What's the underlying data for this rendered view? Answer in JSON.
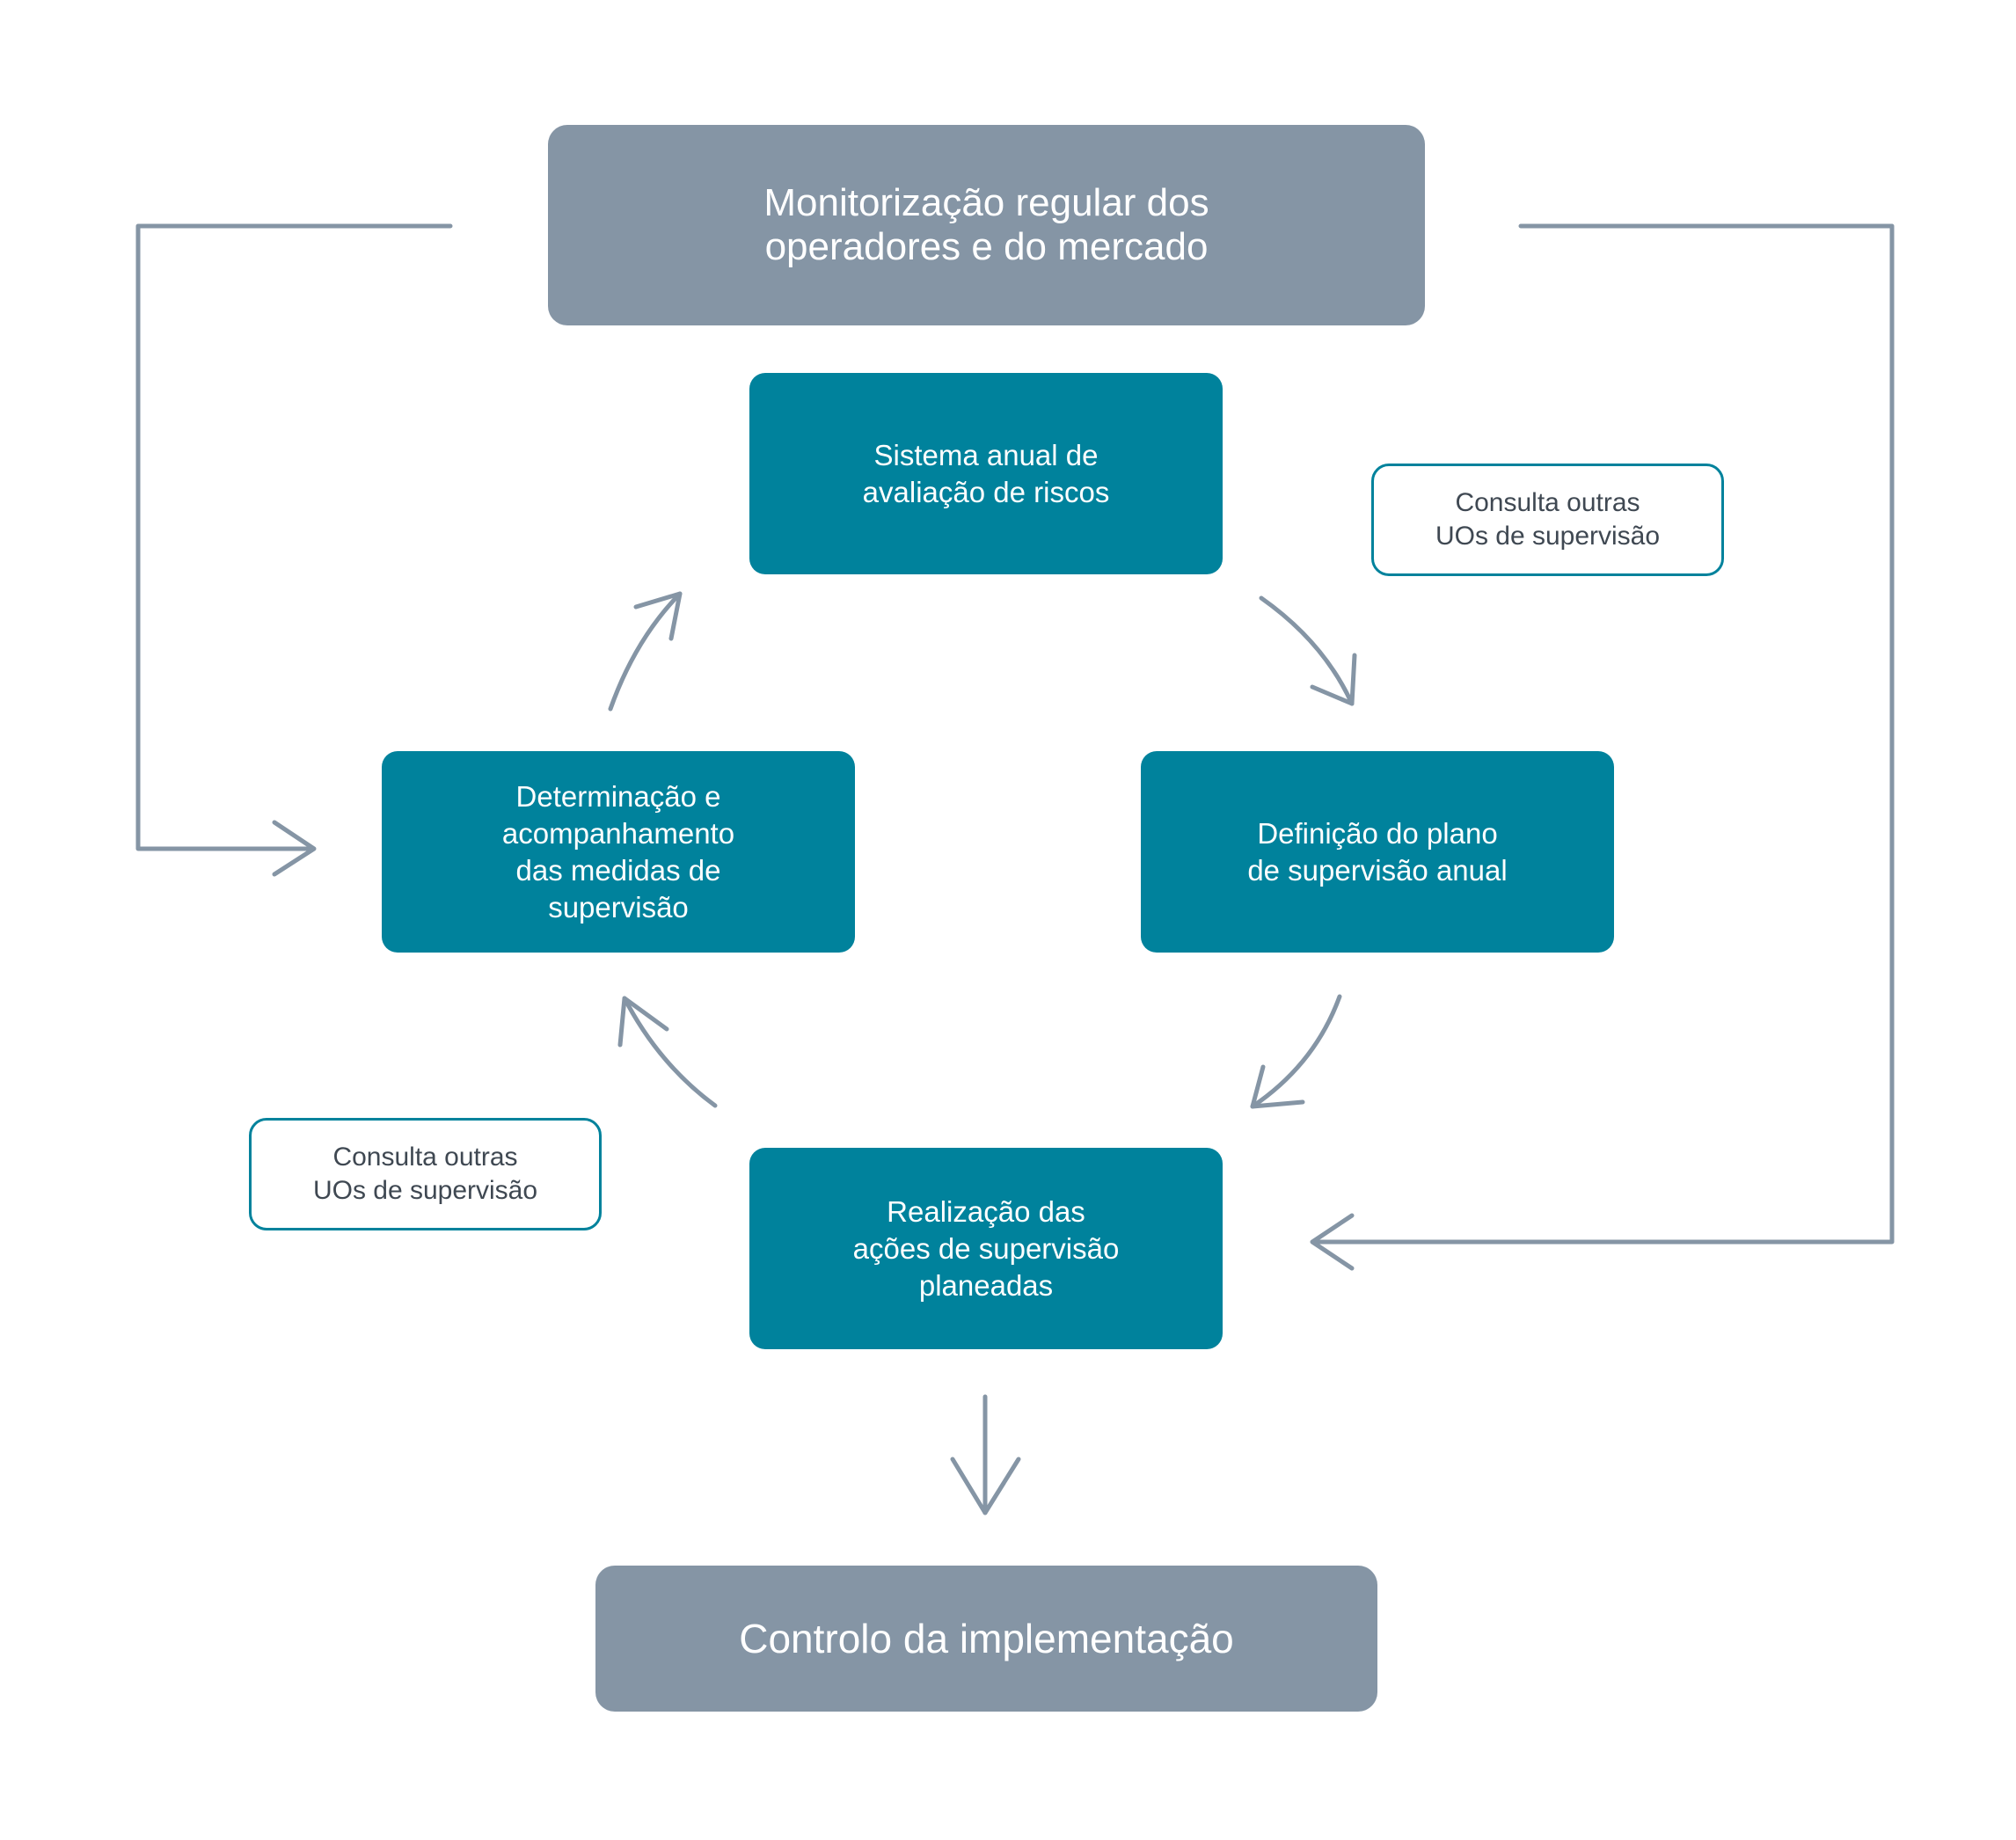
{
  "colors": {
    "gray_box": "#8595a5",
    "teal_box": "#00829c",
    "arrow": "#8595a5",
    "note_border": "#00829c",
    "note_text": "#3f4852"
  },
  "top_box": {
    "line1": "Monitorização regular dos",
    "line2": "operadores e do mercado"
  },
  "cycle": {
    "top": {
      "line1": "Sistema anual de",
      "line2": "avaliação de riscos"
    },
    "right": {
      "line1": "Definição do plano",
      "line2": "de supervisão anual"
    },
    "bottom": {
      "line1": "Realização das",
      "line2": "ações de supervisão",
      "line3": "planeadas"
    },
    "left": {
      "line1": "Determinação e",
      "line2": "acompanhamento",
      "line3": "das medidas de",
      "line4": "supervisão"
    }
  },
  "notes": {
    "right": {
      "line1": "Consulta outras",
      "line2": "UOs de supervisão"
    },
    "left": {
      "line1": "Consulta outras",
      "line2": "UOs de supervisão"
    }
  },
  "bottom_box": {
    "label": "Controlo da implementação"
  }
}
